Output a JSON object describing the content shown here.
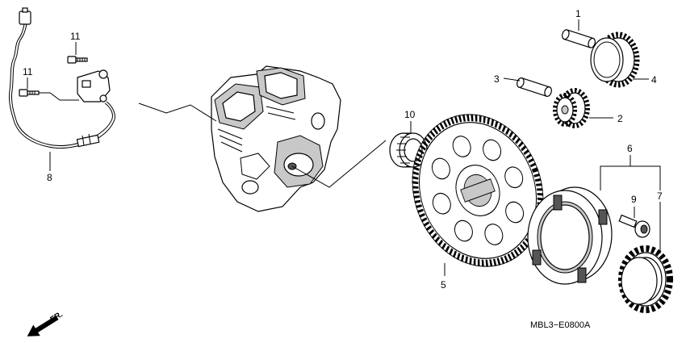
{
  "diagram": {
    "drawing_code": "MBL3−E0800A",
    "front_marker": "FR.",
    "callouts": [
      "1",
      "2",
      "3",
      "4",
      "5",
      "6",
      "7",
      "8",
      "9",
      "10",
      "11",
      "11"
    ]
  }
}
